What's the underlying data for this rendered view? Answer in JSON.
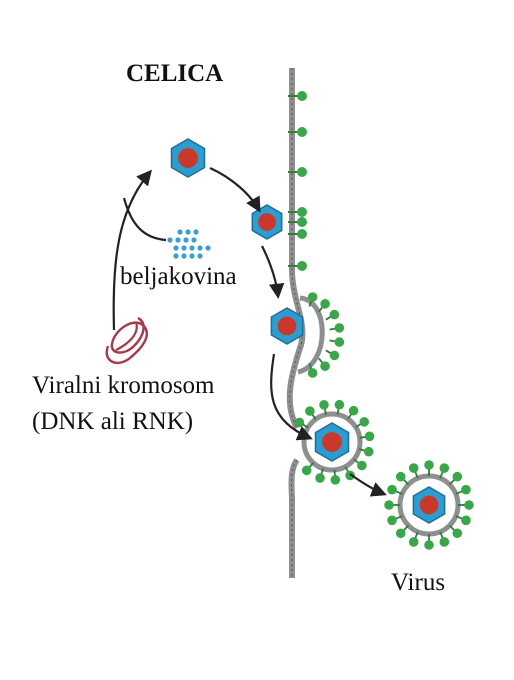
{
  "title": "CELICA",
  "labels": {
    "protein": "beljakovina",
    "chromosome_line1": "Viralni kromosom",
    "chromosome_line2": "(DNK ali RNK)",
    "virus": "Virus"
  },
  "colors": {
    "capsid": "#2f9ccf",
    "capsid_dark": "#1c6f9a",
    "core": "#c8392b",
    "glycoprotein": "#3aa64a",
    "membrane": "#8f8f8f",
    "membrane_dark": "#555555",
    "protein_dots": "#3a9fd0",
    "chromosome": "#a43a4a",
    "arrow": "#222222"
  }
}
